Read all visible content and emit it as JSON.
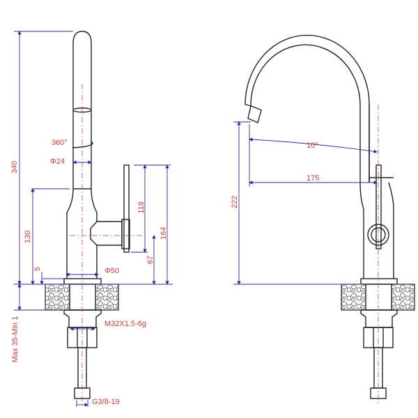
{
  "title": "Kitchen faucet dimension drawing",
  "side_view": {
    "height_total": "340",
    "rotation": "360°",
    "spout_diameter": "Φ24",
    "body_height": "130",
    "base_offset": "5",
    "handle_height": "118",
    "overall_lever_height": "164",
    "handle_axis_height": "67",
    "base_diameter": "Φ50",
    "counter_thickness": "Max 35-Min 1",
    "thread_size": "M32X1.5-6g",
    "hose_connector": "G3/8-19"
  },
  "front_view": {
    "spout_angle": "10°",
    "spout_reach": "175",
    "spout_height": "222"
  },
  "colors": {
    "dimension_text": "#c83c3c",
    "dimension_lines": "#2a2aa0",
    "outline": "#222222"
  }
}
